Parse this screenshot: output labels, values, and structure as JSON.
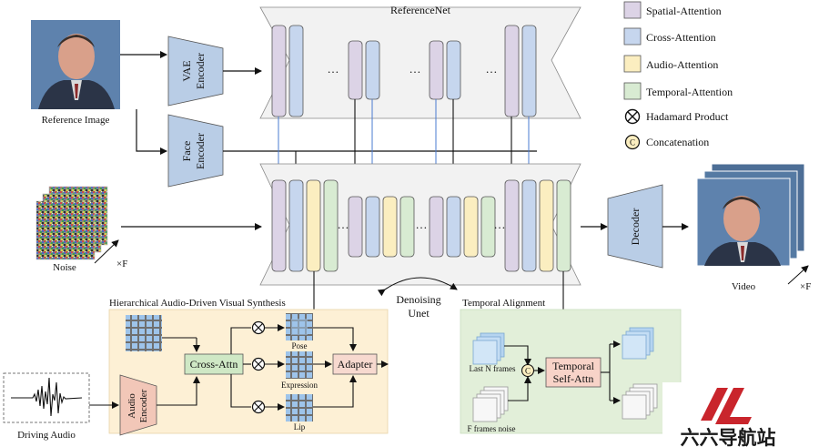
{
  "legend": {
    "spatial_attention": "Spatial-Attention",
    "cross_attention": "Cross-Attention",
    "audio_attention": "Audio-Attention",
    "temporal_attention": "Temporal-Attention",
    "hadamard_product": "Hadamard Product",
    "concatenation": "Concatenation",
    "concat_symbol": "C"
  },
  "labels": {
    "reference_net": "ReferenceNet",
    "reference_image": "Reference Image",
    "vae_encoder_line1": "VAE",
    "vae_encoder_line2": "Encoder",
    "face_encoder_line1": "Face",
    "face_encoder_line2": "Encoder",
    "noise": "Noise",
    "times_f": "×F",
    "decoder": "Decoder",
    "video": "Video",
    "denoising_line1": "Denoising",
    "denoising_line2": "Unet",
    "ellipsis": "…",
    "hierarchical_title": "Hierarchical Audio-Driven Visual Synthesis",
    "cross_attn": "Cross-Attn",
    "pose": "Pose",
    "expression": "Expression",
    "lip": "Lip",
    "adapter": "Adapter",
    "audio_encoder_line1": "Audio",
    "audio_encoder_line2": "Encoder",
    "driving_audio": "Driving Audio",
    "temporal_alignment": "Temporal Alignment",
    "last_n_frames": "Last N frames",
    "f_frames_noise": "F frames noise",
    "temporal_line1": "Temporal",
    "temporal_line2": "Self-Attn",
    "watermark": "六六导航站"
  },
  "colors": {
    "spatial": "#dcd3e6",
    "cross": "#c6d6ee",
    "audio": "#fbeec0",
    "temporal": "#d8ebd2",
    "panel_audio": "#fdf0d5",
    "panel_temporal": "#e2efd9",
    "unet_fill": "#f2f2f2",
    "encoder_fill": "#b9cde6",
    "cross_attn_fill": "#cfe8c5",
    "adapter_fill": "#f7d9cf",
    "temporal_attn_fill": "#f8d3c8",
    "watermark_red": "#c9252c"
  }
}
